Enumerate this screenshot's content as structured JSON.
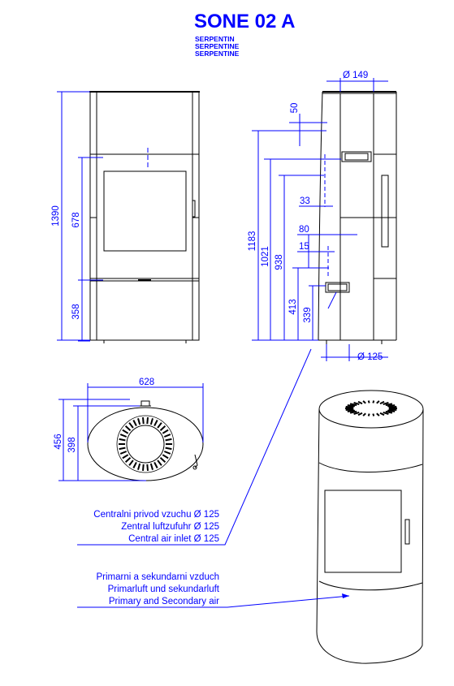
{
  "header": {
    "model_title": "SONE 02 A",
    "variants": [
      "SERPENTIN",
      "SERPENTINE",
      "SERPENTINE"
    ]
  },
  "dimensions": {
    "front_height_total": "1390",
    "front_height_door": "678",
    "front_height_base": "358",
    "side_height_outlet": "1183",
    "side_height_1021": "1021",
    "side_height_938": "938",
    "side_height_413": "413",
    "side_height_339": "339",
    "side_offset_50": "50",
    "side_offset_33": "33",
    "side_offset_80": "80",
    "side_offset_15": "15",
    "flue_diameter": "Ø 149",
    "air_inlet_diameter": "Ø 125",
    "plan_width": "628",
    "plan_depth_total": "456",
    "plan_depth_body": "398"
  },
  "annotations": {
    "central_air": [
      "Centralni privod vzuchu Ø 125",
      "Zentral luftzufuhr Ø 125",
      "Central air inlet Ø 125"
    ],
    "primary_air": [
      "Primarni a sekundarni vzduch",
      "Primarluft und sekundarluft",
      "Primary and Secondary air"
    ]
  },
  "colors": {
    "annotation": "#0000ff",
    "drawing": "#000000"
  }
}
